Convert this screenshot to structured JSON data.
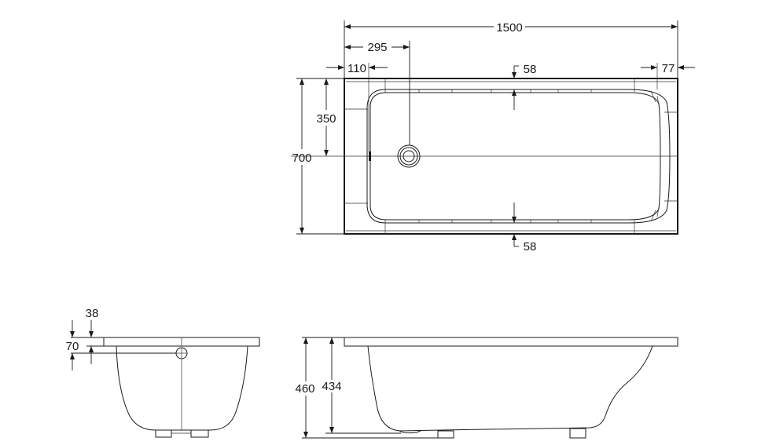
{
  "drawing": {
    "subject": "Bathtub dimension drawing",
    "units": "mm",
    "plan_view": {
      "overall_length": "1500",
      "drain_offset_from_end": "295",
      "left_rim_width": "110",
      "right_rim_width": "77",
      "top_rim_width": "58",
      "bottom_rim_width": "58",
      "overall_width": "700",
      "drain_offset_from_side": "350"
    },
    "end_elevation": {
      "rim_thickness": "38",
      "overflow_height_below_rim": "70"
    },
    "side_elevation": {
      "total_height": "460",
      "body_height": "434"
    }
  }
}
